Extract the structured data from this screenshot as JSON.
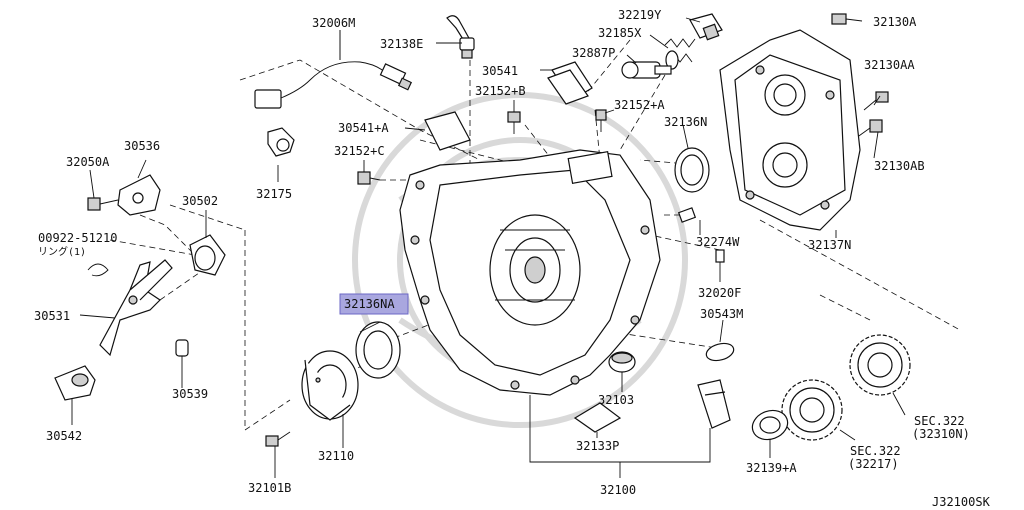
{
  "diagram_code": "J32100SK",
  "highlighted_part": "32136NA",
  "labels": {
    "p32006M": "32006M",
    "p32138E": "32138E",
    "p32219Y": "32219Y",
    "p32185X": "32185X",
    "p32887P": "32887P",
    "p32130A": "32130A",
    "p32130AA": "32130AA",
    "p32130AB": "32130AB",
    "p30541": "30541",
    "p32152B": "32152+B",
    "p32152A": "32152+A",
    "p30541A": "30541+A",
    "p32136N": "32136N",
    "p32152C": "32152+C",
    "p32175": "32175",
    "p30536": "30536",
    "p32050A": "32050A",
    "p30502": "30502",
    "p00922": "00922-51210",
    "p00922_note": "リング(1)",
    "p32274W": "32274W",
    "p32137N": "32137N",
    "p32020F": "32020F",
    "p32136NA": "32136NA",
    "p30531": "30531",
    "p30543M": "30543M",
    "p30539": "30539",
    "p30542": "30542",
    "p32103": "32103",
    "p32110": "32110",
    "p32133P": "32133P",
    "p32101B": "32101B",
    "p32100": "32100",
    "p32139A": "32139+A",
    "sec322a": "SEC.322",
    "sec322a_sub": "(32310N)",
    "sec322b": "SEC.322",
    "sec322b_sub": "(32217)"
  }
}
